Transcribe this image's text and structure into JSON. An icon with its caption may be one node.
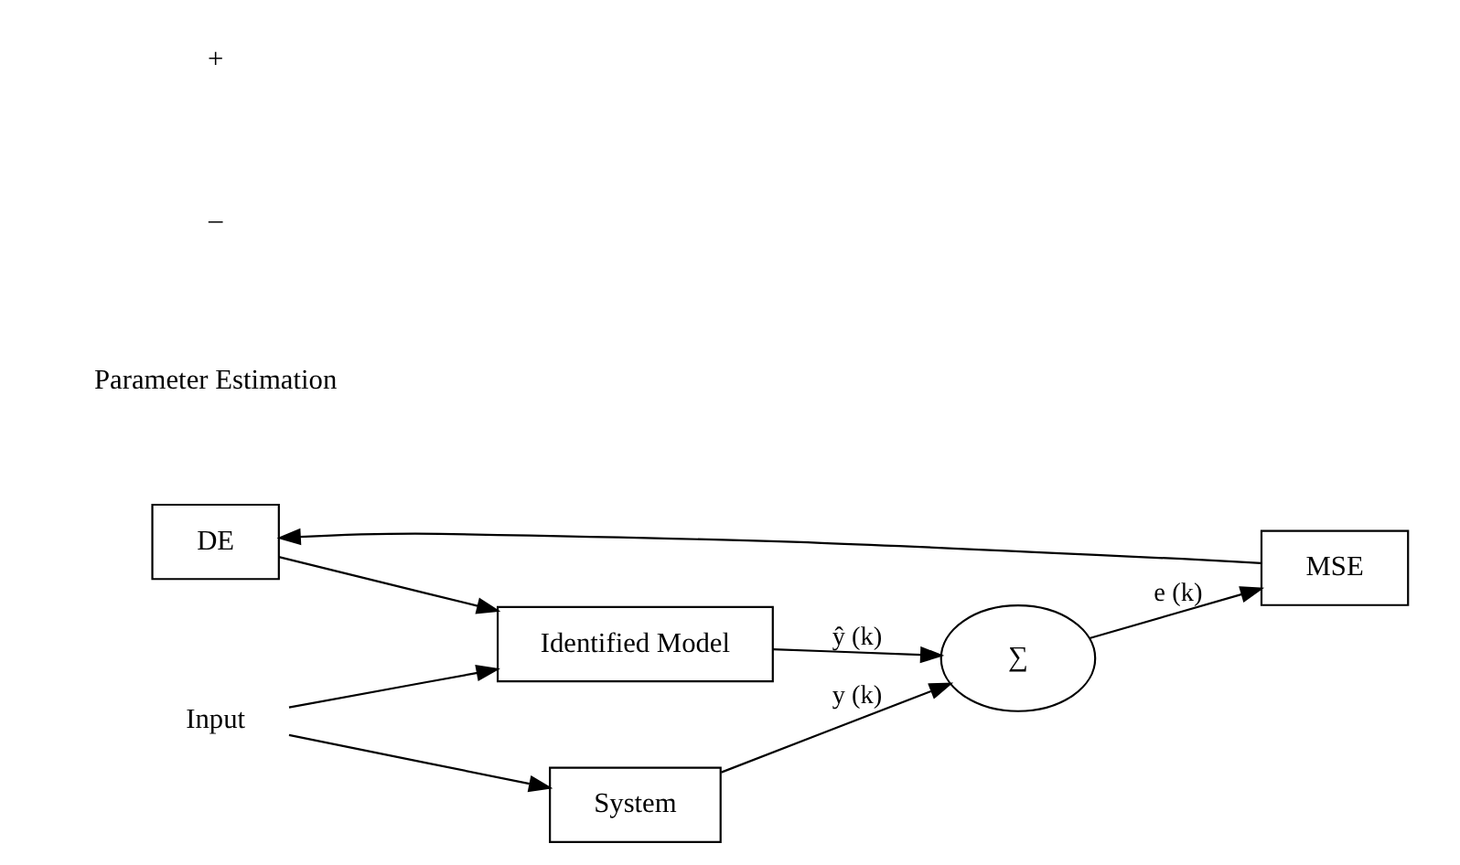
{
  "diagram": {
    "nodes": [
      {
        "text": [
          "DE"
        ]
      },
      {
        "text": [
          "Identified Model"
        ]
      },
      {
        "text": [
          "∑"
        ]
      },
      {
        "text": [
          "MSE"
        ]
      },
      {
        "text": [
          "System"
        ]
      },
      {
        "text": [
          "Input"
        ]
      }
    ],
    "edges": [
      {
        "from": 0,
        "to": 1,
        "arrow": "to"
      },
      {
        "from": 1,
        "to": 2,
        "arrow": "to",
        "label": "ŷ (k)"
      },
      {
        "from": 4,
        "to": 2,
        "arrow": "to",
        "label": "y (k)"
      },
      {
        "from": 2,
        "to": 3,
        "arrow": "to",
        "label": "e (k)"
      },
      {
        "from": 3,
        "to": 0,
        "arrow": "to"
      },
      {
        "from": 5,
        "to": 1,
        "arrow": "to"
      },
      {
        "from": 5,
        "to": 4,
        "arrow": "to"
      }
    ],
    "labels": [
      "Parameter Estimation",
      "–",
      "+"
    ]
  }
}
